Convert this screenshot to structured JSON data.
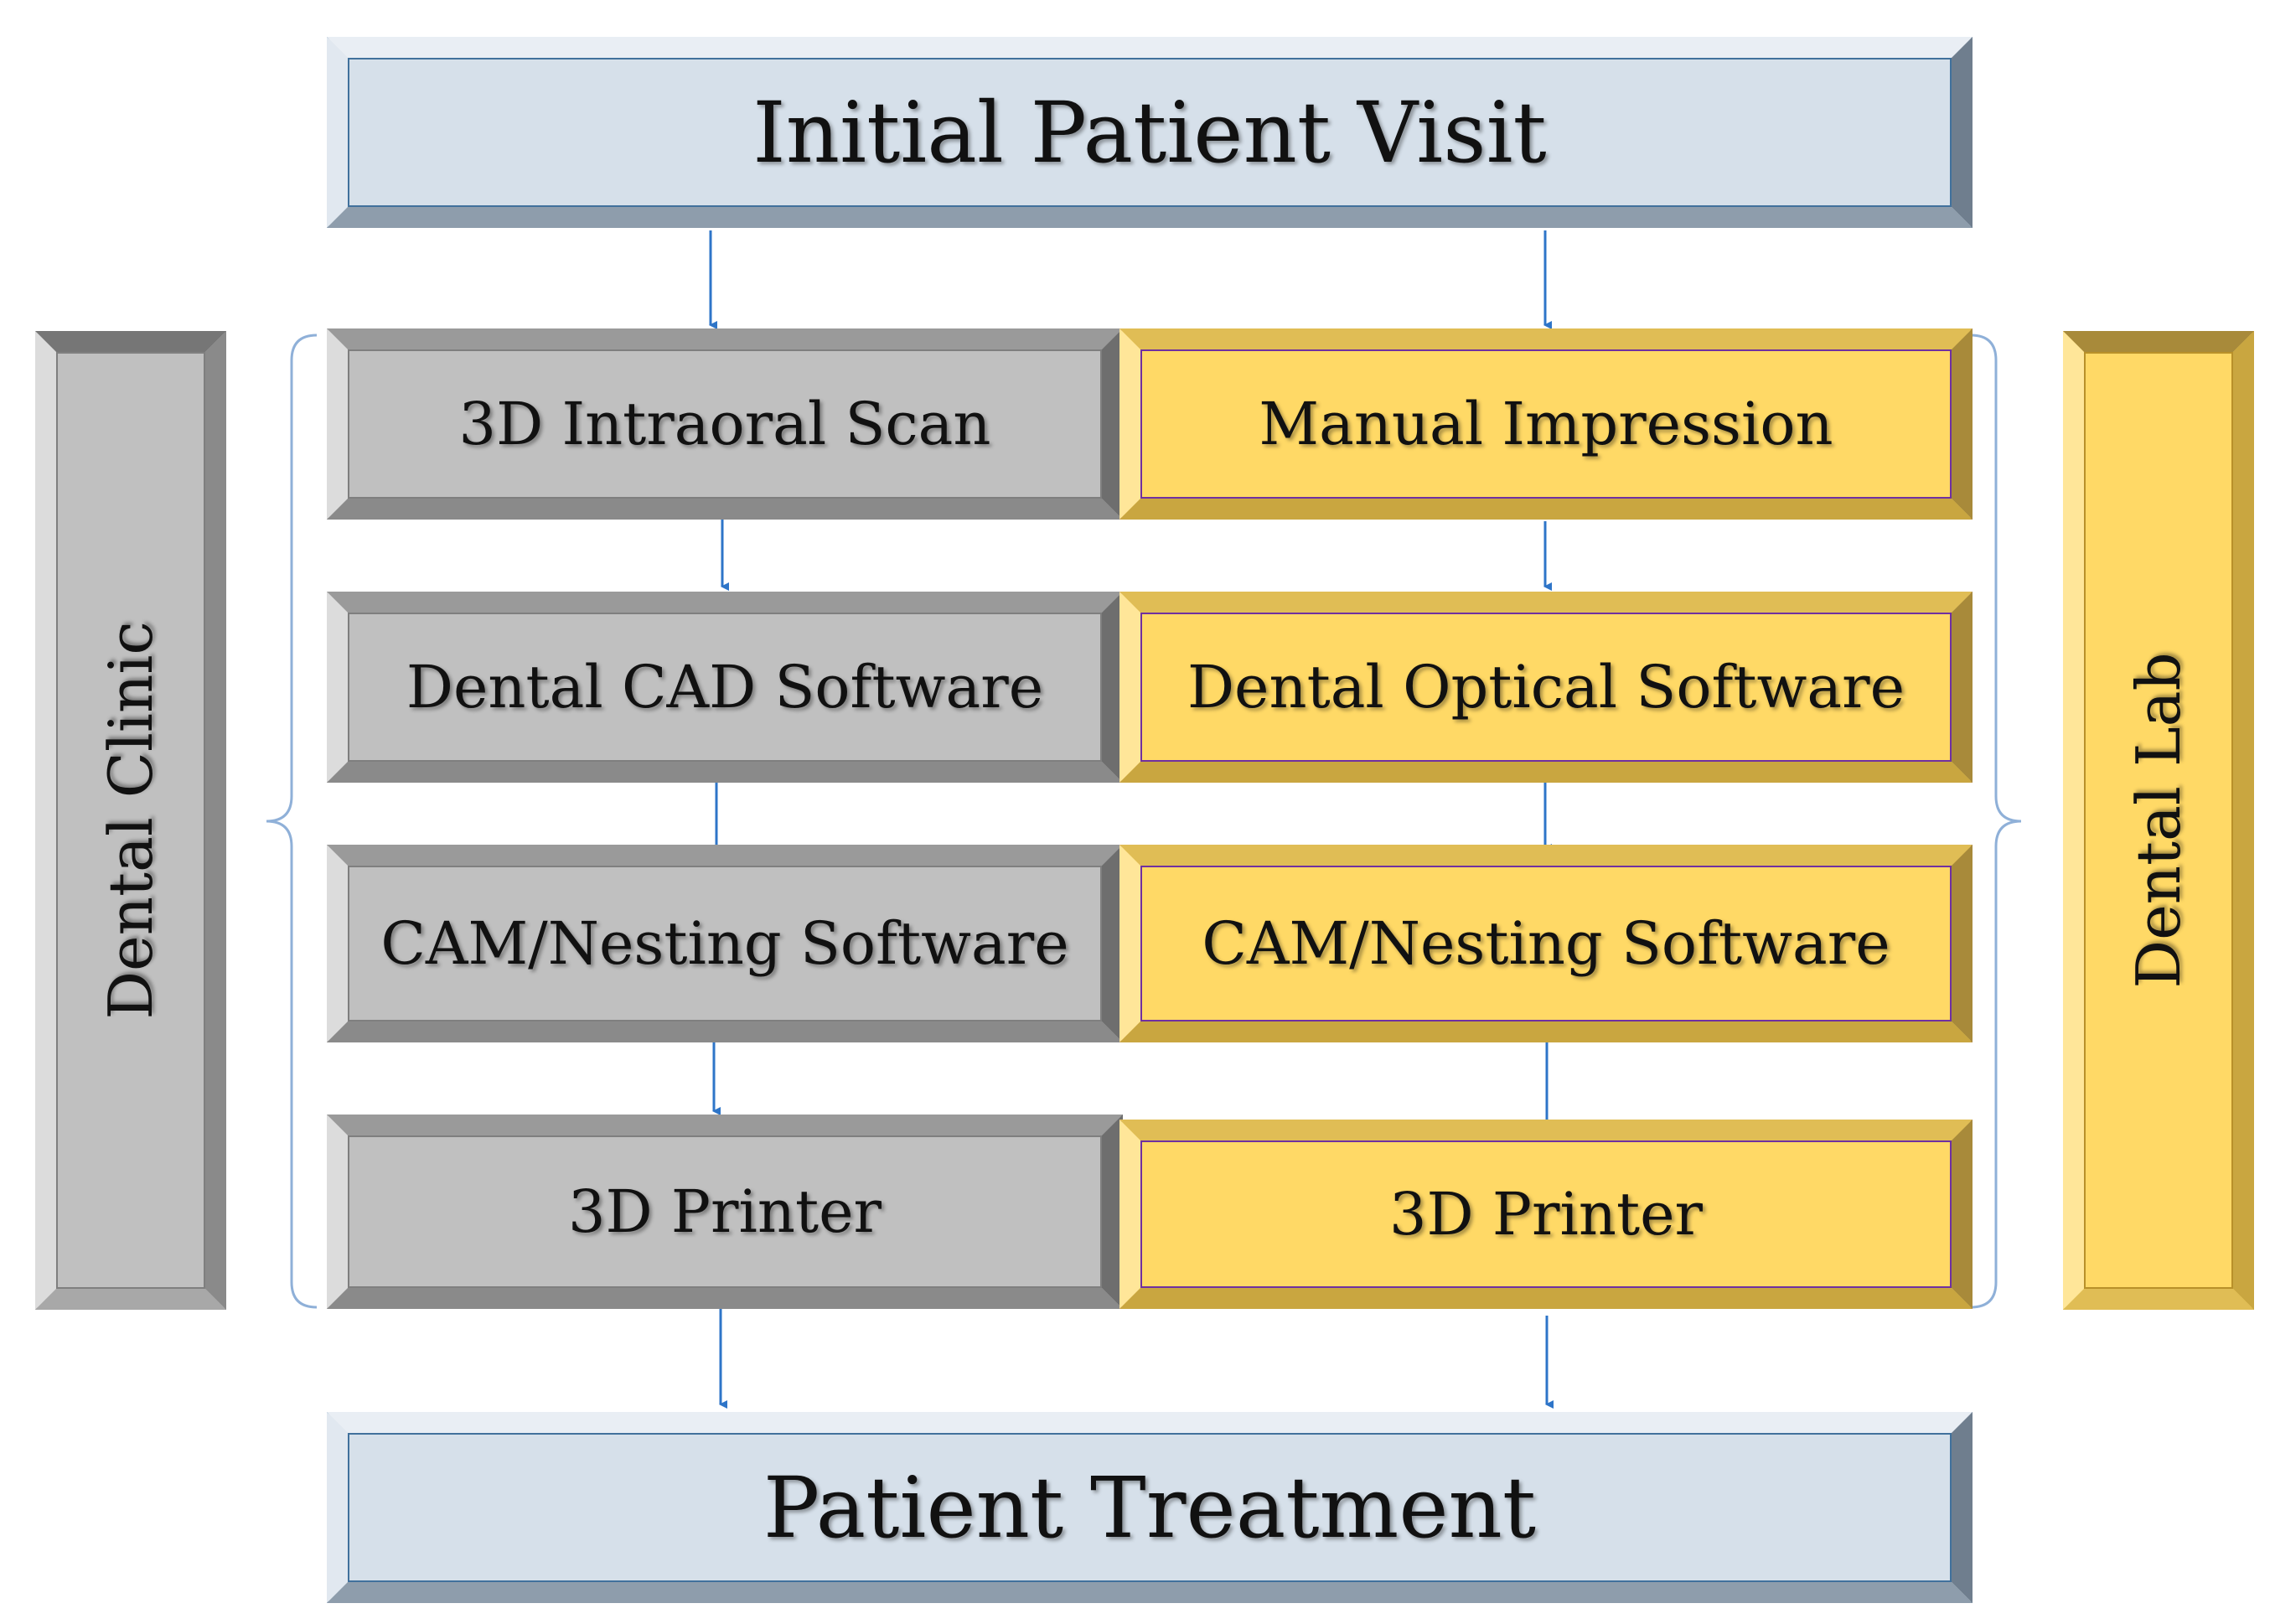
{
  "top": {
    "title": "Initial Patient Visit"
  },
  "bottom": {
    "title": "Patient Treatment"
  },
  "side_left": {
    "label": "Dental Clinic"
  },
  "side_right": {
    "label": "Dental Lab"
  },
  "clinic_steps": [
    "3D Intraoral Scan",
    "Dental CAD Software",
    "CAM/Nesting Software",
    "3D Printer"
  ],
  "lab_steps": [
    "Manual Impression",
    "Dental Optical Software",
    "CAM/Nesting Software",
    "3D Printer"
  ],
  "colors": {
    "blue_box": "#d6e0ea",
    "gray_box": "#c0c0c0",
    "yellow_box": "#ffd966",
    "arrow": "#2e75c8",
    "purple_border": "#7030a0"
  }
}
